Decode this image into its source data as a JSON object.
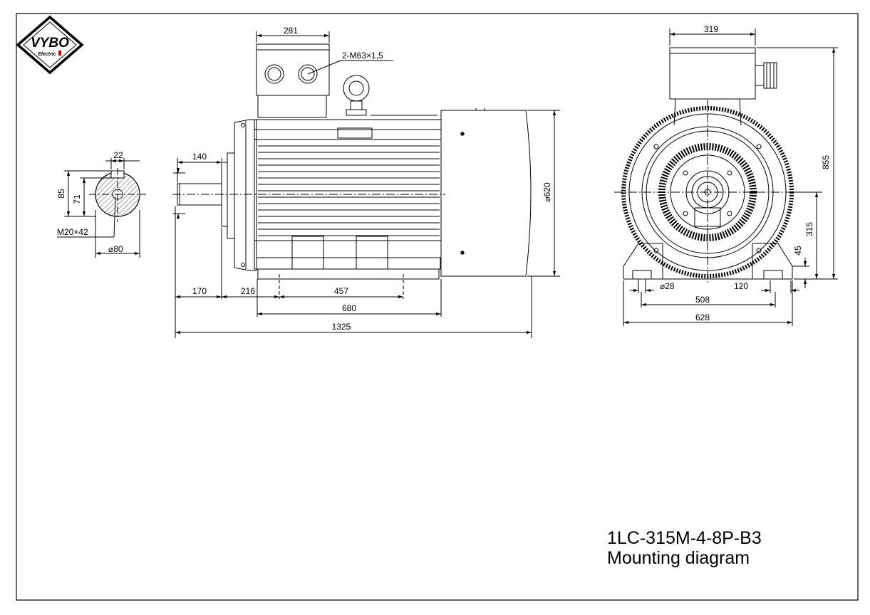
{
  "logo": {
    "brand": "VYBO",
    "sub": "Electric"
  },
  "title": {
    "model": "1LC-315M-4-8P-B3",
    "subtitle": "Mounting diagram"
  },
  "dims": {
    "shaft_key_width": "22",
    "shaft_h85": "85",
    "shaft_h71": "71",
    "shaft_thread": "M20×42",
    "shaft_dia": "⌀80",
    "box_width": "281",
    "gland": "2-M63×1,5",
    "shaft_len": "140",
    "body_dia": "⌀620",
    "d170": "170",
    "d216": "216",
    "d457": "457",
    "d680": "680",
    "d1325": "1325",
    "end_box": "319",
    "end_height": "855",
    "end_axis": "315",
    "end_foot": "45",
    "end_hole": "⌀28",
    "end_120": "120",
    "end_508": "508",
    "end_628": "628"
  }
}
